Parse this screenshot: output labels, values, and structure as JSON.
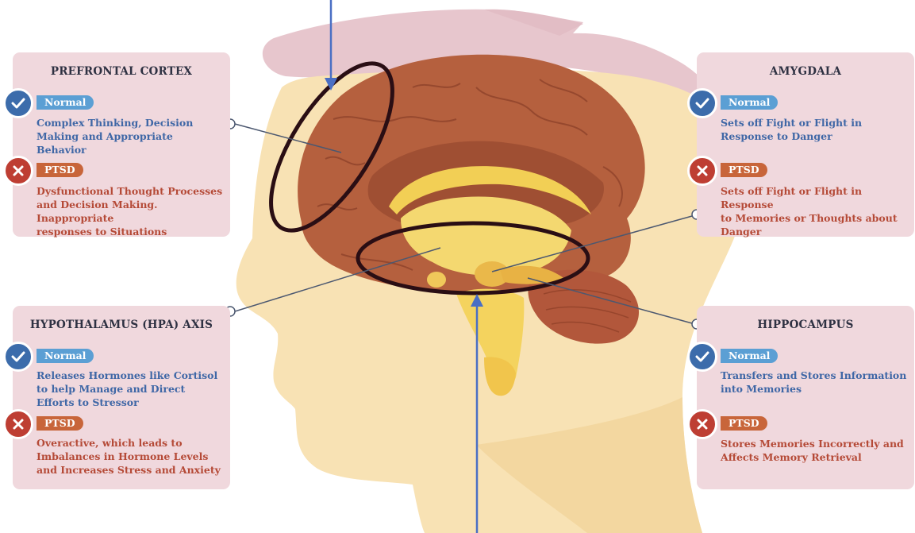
{
  "colors": {
    "normal_icon": "#3c6cab",
    "normal_pill": "#5b9fd4",
    "ptsd_icon": "#be3e33",
    "ptsd_pill": "#c8653a",
    "card_bg": "#f0d8dd",
    "arrow": "#4a6fc4",
    "ellipse": "#2a0e14",
    "brain": "#b5603e",
    "limbic": "#f2cf55"
  },
  "icons": {
    "normal": "checkmark-icon",
    "ptsd": "x-mark-icon"
  },
  "cards": {
    "prefrontal": {
      "title": "PREFRONTAL CORTEX",
      "normal_label": "Normal",
      "normal_text": [
        "Complex Thinking, Decision",
        "Making and Appropriate",
        "Behavior"
      ],
      "ptsd_label": "PTSD",
      "ptsd_text": [
        "Dysfunctional Thought Processes",
        "and Decision Making. Inappropriate",
        "responses to Situations"
      ]
    },
    "hypothalamus": {
      "title": "HYPOTHALAMUS (HPA) AXIS",
      "normal_label": "Normal",
      "normal_text": [
        "Releases Hormones like Cortisol",
        "to help Manage and Direct",
        "Efforts to Stressor"
      ],
      "ptsd_label": "PTSD",
      "ptsd_text": [
        "Overactive, which leads to",
        "Imbalances in Hormone Levels",
        "and Increases Stress and Anxiety"
      ]
    },
    "amygdala": {
      "title": "AMYGDALA",
      "normal_label": "Normal",
      "normal_text": [
        "Sets off Fight or Flight in",
        "Response to Danger"
      ],
      "ptsd_label": "PTSD",
      "ptsd_text": [
        "Sets off Fight or Flight in Response",
        "to Memories or Thoughts about",
        "Danger"
      ]
    },
    "hippocampus": {
      "title": "HIPPOCAMPUS",
      "normal_label": "Normal",
      "normal_text": [
        "Transfers and Stores Information",
        "into Memories"
      ],
      "ptsd_label": "PTSD",
      "ptsd_text": [
        "Stores Memories Incorrectly and",
        "Affects Memory Retrieval"
      ]
    }
  }
}
